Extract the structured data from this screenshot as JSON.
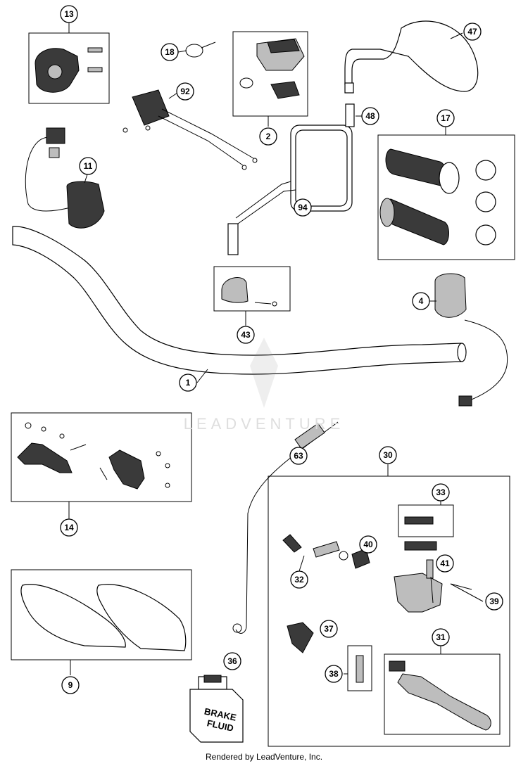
{
  "watermark": "LEADVENTURE",
  "footer": "Rendered by LeadVenture, Inc.",
  "callouts": [
    "1",
    "2",
    "4",
    "9",
    "11",
    "13",
    "14",
    "17",
    "18",
    "30",
    "31",
    "32",
    "33",
    "36",
    "37",
    "38",
    "39",
    "40",
    "41",
    "43",
    "47",
    "48",
    "63",
    "92",
    "94"
  ],
  "brake_fluid_label_line1": "BRAKE",
  "brake_fluid_label_line2": "FLUID"
}
